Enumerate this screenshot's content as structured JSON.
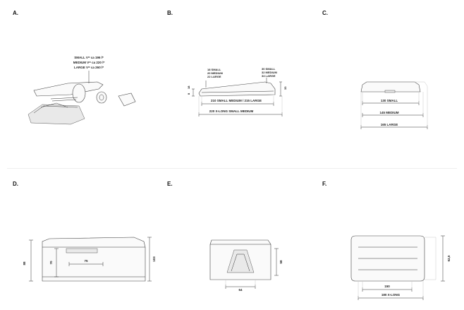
{
  "panels": [
    {
      "label": "A."
    },
    {
      "label": "B."
    },
    {
      "label": "C."
    },
    {
      "label": "D."
    },
    {
      "label": "E."
    },
    {
      "label": "F."
    }
  ],
  "a": {
    "volume_lines": [
      "SMALL V= ca 196 l*",
      "MEDIUM V= ca 220 l*",
      "LARGE V= ca 260 l*"
    ]
  },
  "b": {
    "left_heights": [
      "18 SMALL",
      "20 MEDIUM",
      "22 LARGE"
    ],
    "right_heights": [
      "30 SMALL",
      "32 MEDIUM",
      "34 LARGE"
    ],
    "front_height": "8",
    "front_height_b": "18",
    "rear_height": "33",
    "length_short": "210 SMALL MEDIUM / 215 LARGE",
    "length_long": "220 X-LONG SMALL MEDIUM"
  },
  "c": {
    "widths": [
      "130 SMALL",
      "145 MEDIUM",
      "165 LARGE"
    ]
  },
  "d": {
    "outer_height": "88",
    "inner_height": "70",
    "inner_width": "75",
    "right_height": "103"
  },
  "e": {
    "height": "58",
    "width": "64"
  },
  "f": {
    "height": "62,5",
    "width_a": "150",
    "width_b": "180 X-LONG"
  }
}
